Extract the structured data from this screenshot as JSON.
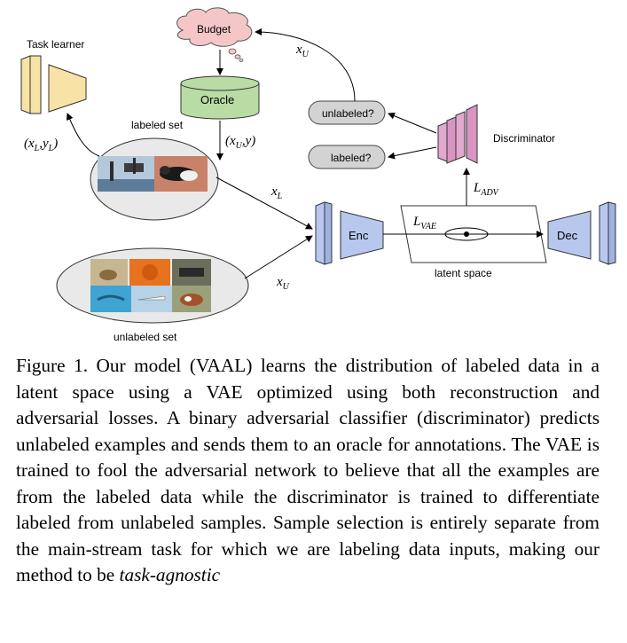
{
  "diagram": {
    "task_learner": "Task learner",
    "budget": "Budget",
    "oracle": "Oracle",
    "labeled_set": "labeled set",
    "unlabeled_set": "unlabeled set",
    "unlabeled_q": "unlabeled?",
    "labeled_q": "labeled?",
    "discriminator": "Discriminator",
    "enc": "Enc",
    "dec": "Dec",
    "latent_space": "latent space",
    "x_u_top": "x",
    "x_u_top_sub": "U",
    "xl_yl": "(x",
    "xl_yl_sub1": "L",
    "xl_yl_mid": ",y",
    "xl_yl_sub2": "L",
    "xl_yl_end": ")",
    "xu_y": "(x",
    "xu_y_sub": "U",
    "xu_y_end": ",y)",
    "x_l": "x",
    "x_l_sub": "L",
    "x_u": "x",
    "x_u_sub": "U",
    "l_adv": "L",
    "l_adv_sub": "ADV",
    "l_vae": "L",
    "l_vae_sub": "VAE"
  },
  "caption": {
    "text": "Figure 1. Our model (VAAL) learns the distribution of labeled data in a latent space using a VAE optimized using both reconstruction and adversarial losses. A binary adversarial classifier (discriminator) predicts unlabeled examples and sends them to an oracle for annotations. The VAE is trained to fool the adversarial network to believe that all the examples are from the labeled data while the discriminator is trained to differentiate labeled from unlabeled samples. Sample selection is entirely separate from the main-stream task for which we are labeling data inputs, making our method to be ",
    "emphasis": "task-agnostic"
  },
  "colors": {
    "task_learner": "#f8e2a6",
    "budget_cloud": "#f5c6c8",
    "oracle": "#b8dca4",
    "encoder_decoder": "#b7c7ee",
    "discriminator": "#e2a8cf",
    "pill": "#d3d3d3",
    "set_ellipse": "#e9e9e9"
  }
}
